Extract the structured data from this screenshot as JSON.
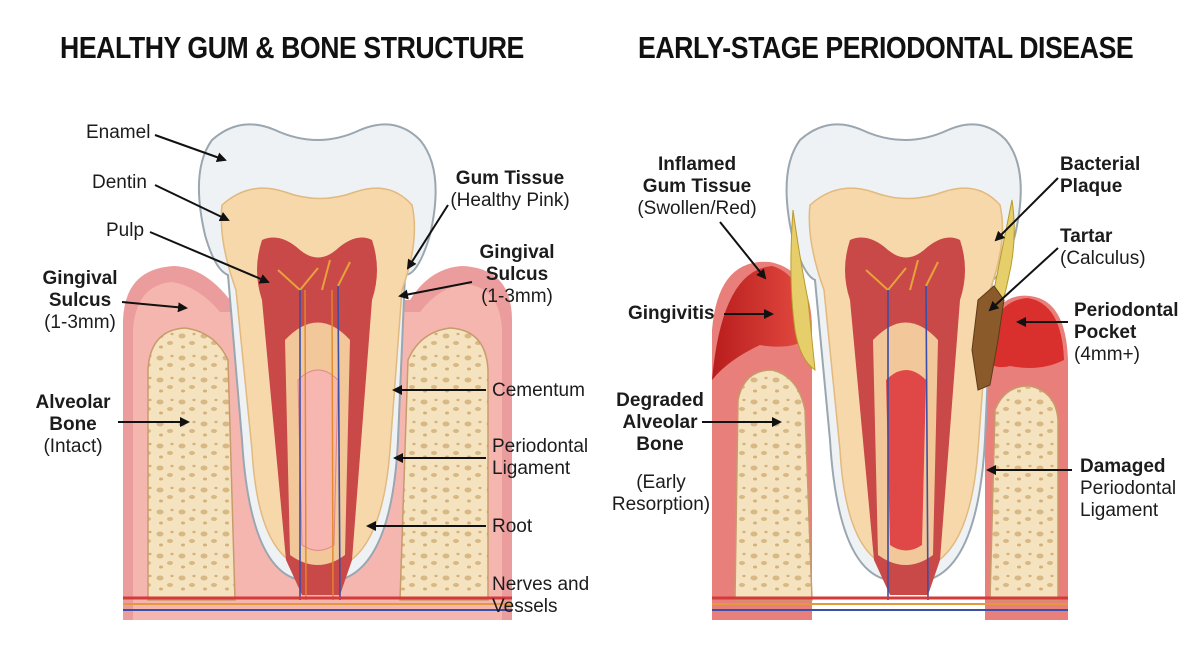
{
  "titles": {
    "left": "HEALTHY GUM & BONE STRUCTURE",
    "right": "EARLY-STAGE PERIODONTAL DISEASE"
  },
  "left_panel": {
    "enamel": "Enamel",
    "dentin": "Dentin",
    "pulp": "Pulp",
    "gingival_sulcus_l1": "Gingival",
    "gingival_sulcus_l2": "Sulcus",
    "gingival_sulcus_l3": "(1-3mm)",
    "alveolar_l1": "Alveolar",
    "alveolar_l2": "Bone",
    "alveolar_l3": "(Intact)",
    "gum_tissue_l1": "Gum Tissue",
    "gum_tissue_l2": "(Healthy Pink)",
    "gingival_sulcus_r_l1": "Gingival",
    "gingival_sulcus_r_l2": "Sulcus",
    "gingival_sulcus_r_l3": "(1-3mm)",
    "cementum": "Cementum",
    "pdl_l1": "Periodontal",
    "pdl_l2": "Ligament",
    "root": "Root",
    "nerves_l1": "Nerves and",
    "nerves_l2": "Vessels"
  },
  "right_panel": {
    "inflamed_l1": "Inflamed",
    "inflamed_l2": "Gum Tissue",
    "inflamed_l3": "(Swollen/Red)",
    "gingivitis": "Gingivitis",
    "degraded_l1": "Degraded",
    "degraded_l2": "Alveolar",
    "degraded_l3": "Bone",
    "early_l1": "(Early",
    "early_l2": "Resorption)",
    "plaque_l1": "Bacterial",
    "plaque_l2": "Plaque",
    "tartar_l1": "Tartar",
    "tartar_l2": "(Calculus)",
    "pocket_l1": "Periodontal",
    "pocket_l2": "Pocket",
    "pocket_l3": "(4mm+)",
    "damaged_l1": "Damaged",
    "damaged_l2": "Periodontal",
    "damaged_l3": "Ligament"
  },
  "colors": {
    "gum_healthy": "#ea9a9a",
    "gum_inflamed": "#d9302e",
    "bone": "#f3e0b8",
    "enamel": "#f4f6f8",
    "dentin": "#f6d7a8",
    "pulp": "#c94a4a",
    "plaque": "#e6cf6a",
    "tartar": "#8a5a2a"
  }
}
